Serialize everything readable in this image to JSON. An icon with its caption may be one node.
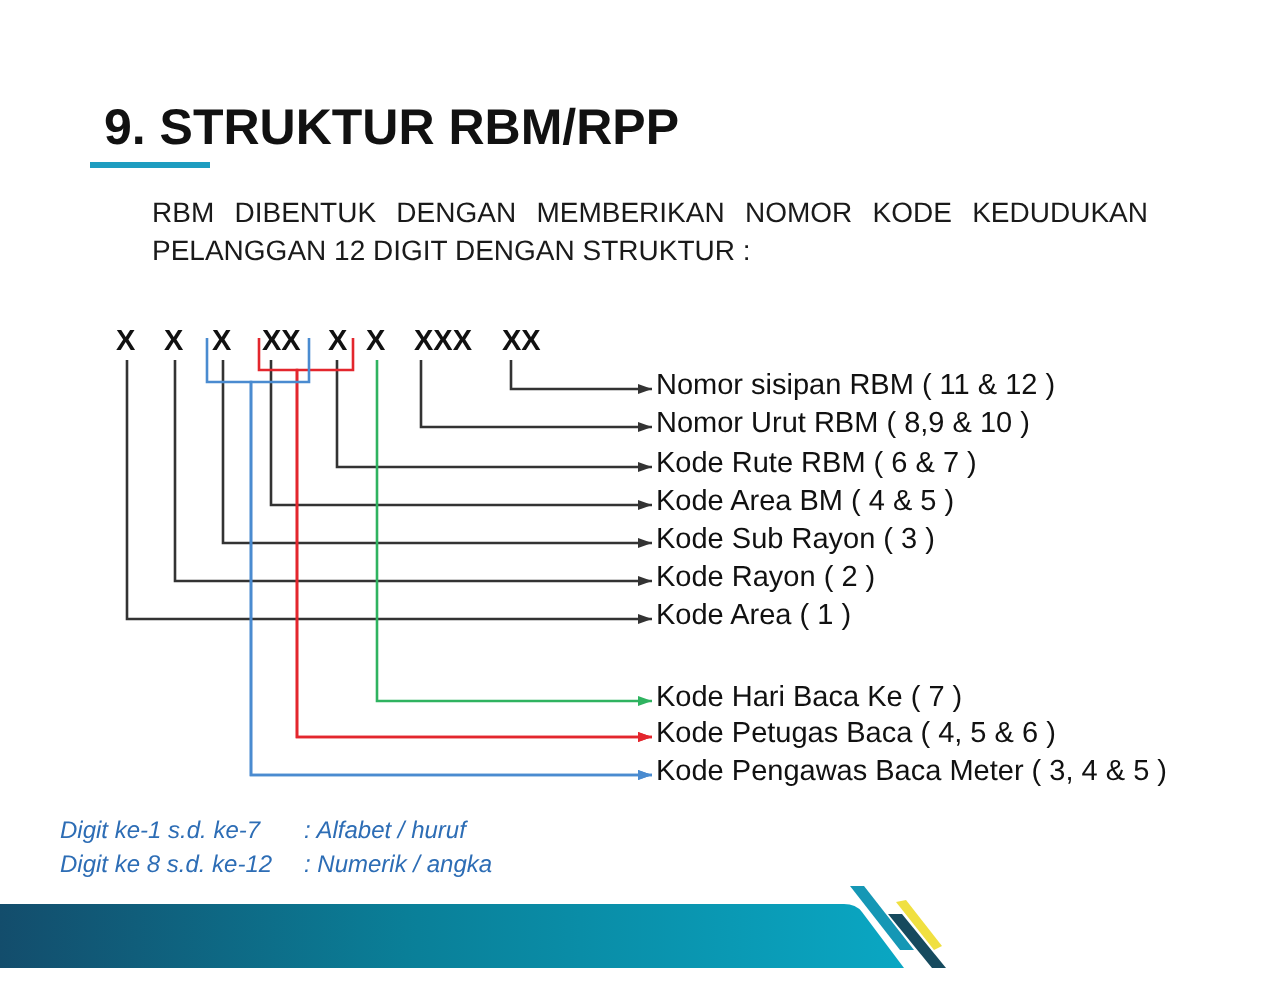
{
  "diagram": {
    "title": "9. STRUKTUR RBM/RPP",
    "nodes": [
      {
        "text": [
          "X"
        ]
      },
      {
        "text": [
          "X"
        ]
      },
      {
        "text": [
          "X"
        ]
      },
      {
        "text": [
          "XX"
        ]
      },
      {
        "text": [
          "X"
        ]
      },
      {
        "text": [
          "X"
        ]
      },
      {
        "text": [
          "XXX"
        ]
      },
      {
        "text": [
          "XX"
        ]
      },
      {
        "text": [
          "Nomor sisipan RBM ( 11 & 12 )"
        ]
      },
      {
        "text": [
          "Nomor Urut RBM ( 8,9 & 10 )"
        ]
      },
      {
        "text": [
          "Kode Rute RBM ( 6 & 7 )"
        ]
      },
      {
        "text": [
          "Kode Area BM ( 4 & 5 )"
        ]
      },
      {
        "text": [
          "Kode Sub Rayon ( 3 )"
        ]
      },
      {
        "text": [
          "Kode Rayon ( 2 )"
        ]
      },
      {
        "text": [
          "Kode Area ( 1 )"
        ]
      },
      {
        "text": [
          "Kode Hari Baca Ke ( 7 )"
        ]
      },
      {
        "text": [
          "Kode Petugas Baca ( 4, 5 & 6 )"
        ]
      },
      {
        "text": [
          "Kode Pengawas Baca Meter ( 3, 4 & 5 )"
        ]
      }
    ],
    "edges": [
      {
        "from": 7,
        "to": 8,
        "arrow": "to"
      },
      {
        "from": 6,
        "to": 9,
        "arrow": "to"
      },
      {
        "from": 4,
        "to": 10,
        "arrow": "to"
      },
      {
        "from": 3,
        "to": 11,
        "arrow": "to"
      },
      {
        "from": 2,
        "to": 12,
        "arrow": "to"
      },
      {
        "from": 1,
        "to": 13,
        "arrow": "to"
      },
      {
        "from": 0,
        "to": 14,
        "arrow": "to"
      },
      {
        "from": 5,
        "to": 15,
        "arrow": "to",
        "color": "#2fb360"
      },
      {
        "from": 3,
        "to": 16,
        "arrow": "to",
        "color": "#e3262d"
      },
      {
        "from": 4,
        "to": 16,
        "arrow": "to",
        "color": "#e3262d"
      },
      {
        "from": 2,
        "to": 17,
        "arrow": "to",
        "color": "#4a8bd0"
      },
      {
        "from": 3,
        "to": 17,
        "arrow": "to",
        "color": "#4a8bd0"
      }
    ],
    "labels": [
      "RBM DIBENTUK DENGAN MEMBERIKAN NOMOR KODE KEDUDUKAN PELANGGAN 12 DIGIT DENGAN STRUKTUR :",
      "Digit ke-1 s.d. ke-7",
      ": Alfabet / huruf",
      "Digit ke 8 s.d. ke-12",
      ": Numerik / angka"
    ]
  }
}
